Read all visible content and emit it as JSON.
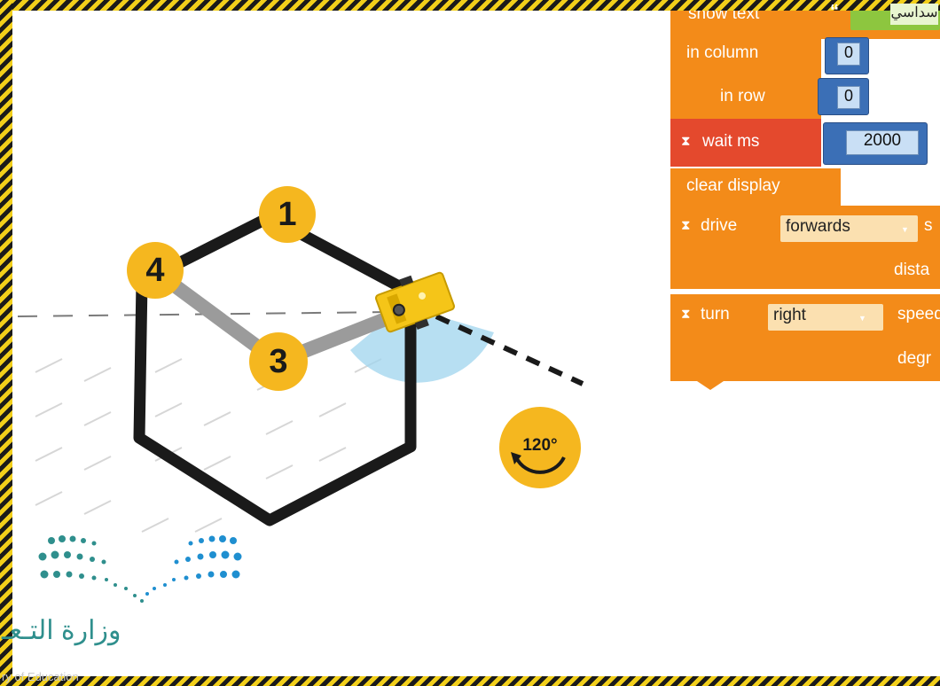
{
  "markers": {
    "corner_1": "1",
    "corner_3": "3",
    "corner_4": "4",
    "turn_angle": "120°"
  },
  "code_blocks": {
    "show_text": {
      "label": "show text",
      "value": "سداسي",
      "in_column_label": "in column",
      "in_column_value": "0",
      "in_row_label": "in row",
      "in_row_value": "0"
    },
    "wait": {
      "label": "wait ms",
      "value": "2000"
    },
    "clear_display": {
      "label": "clear display"
    },
    "drive": {
      "label": "drive",
      "direction": "forwards",
      "speed_label": "s",
      "distance_label": "dista"
    },
    "turn": {
      "label": "turn",
      "direction": "right",
      "speed_label": "speed",
      "degrees_label": "degr"
    }
  },
  "logo": {
    "arabic_text": "وزارة التـعـ",
    "english_text": "ry of Education"
  },
  "colors": {
    "block_orange": "#f38b19",
    "block_red": "#e4492d",
    "slot_blue": "#3b6fb6",
    "marker_yellow": "#f5b71f",
    "robot_yellow": "#f5c518",
    "turn_arc_blue": "#9fd4ee",
    "logo_teal": "#2f8f8d",
    "logo_blue": "#1f8fd0"
  },
  "icons": [
    "hourglass-icon",
    "dropdown-arrow-icon",
    "rotate-arrow-icon",
    "robot-icon"
  ]
}
